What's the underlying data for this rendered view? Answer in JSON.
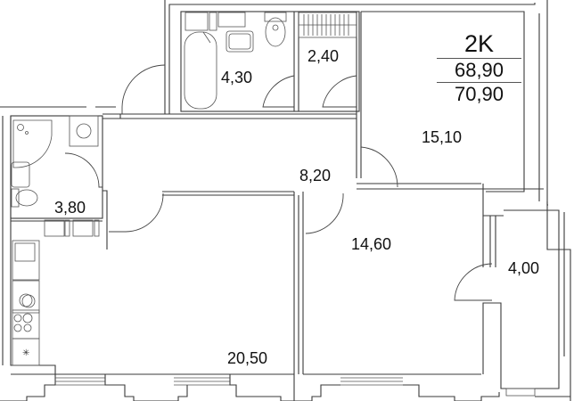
{
  "apartment": {
    "type": "2K",
    "area_living": "68,90",
    "area_total": "70,90"
  },
  "rooms": [
    {
      "id": "bathroom",
      "area": "4,30"
    },
    {
      "id": "wardrobe",
      "area": "2,40"
    },
    {
      "id": "bedroom",
      "area": "15,10"
    },
    {
      "id": "hallway",
      "area": "8,20"
    },
    {
      "id": "shower-room",
      "area": "3,80"
    },
    {
      "id": "kitchen-living",
      "area": "20,50"
    },
    {
      "id": "bedroom-2",
      "area": "14,60"
    },
    {
      "id": "balcony",
      "area": "4,00"
    }
  ],
  "colors": {
    "wall": "#3a3a3a",
    "text": "#111111",
    "background": "#ffffff"
  }
}
